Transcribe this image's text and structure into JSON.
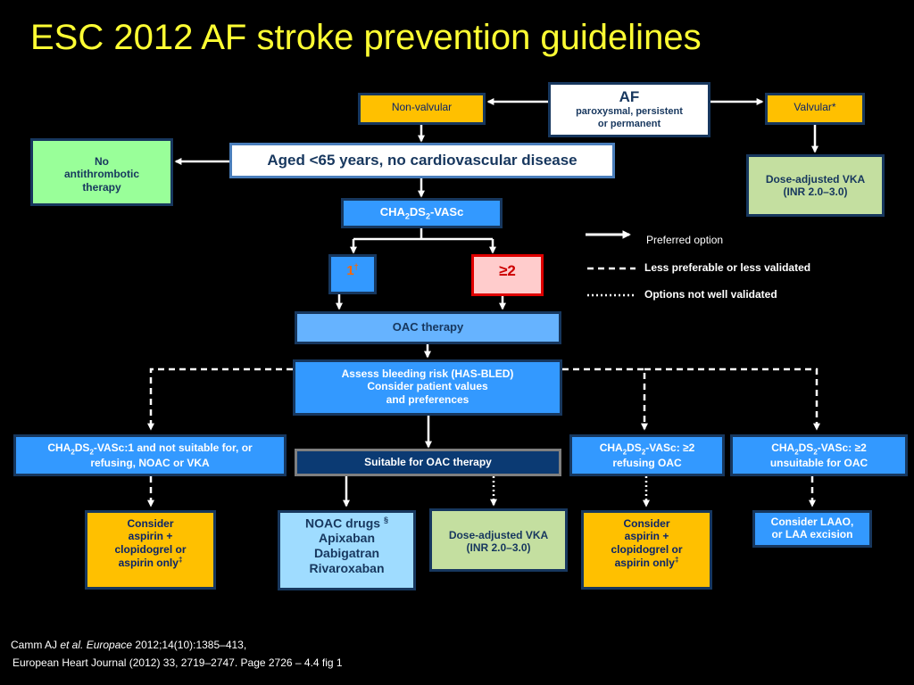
{
  "title": "ESC 2012 AF stroke prevention guidelines",
  "nodes": {
    "af": {
      "head": "AF",
      "sub1": "paroxysmal, persistent",
      "sub2": "or permanent"
    },
    "non_valvular": "Non-valvular",
    "valvular": "Valvular*",
    "no_antithrombotic": {
      "l1": "No",
      "l2": "antithrombotic",
      "l3": "therapy"
    },
    "aged": "Aged <65 years, no cardiovascular disease",
    "dose_vka_top": {
      "l1": "Dose-adjusted VKA",
      "l2": "(INR 2.0–3.0)"
    },
    "chads": {
      "pre": "CHA",
      "s1": "2",
      "mid": "DS",
      "s2": "2",
      "post": "-VASc"
    },
    "score1": {
      "value": "1",
      "mark": "†"
    },
    "score2": "≥2",
    "oac": "OAC therapy",
    "assess": {
      "l1": "Assess bleeding risk (HAS-BLED)",
      "l2": "Consider patient values",
      "l3": "and preferences"
    },
    "cond_left": {
      "pre": "CHA",
      "s1": "2",
      "mid": "DS",
      "s2": "2",
      "post": "-VASc:1 and not suitable for, or",
      "l2": "refusing, NOAC or VKA"
    },
    "suitable": "Suitable for OAC therapy",
    "cond_refusing": {
      "pre": "CHA",
      "s1": "2",
      "mid": "DS",
      "s2": "2",
      "post": "-VASc: ≥2",
      "l2": "refusing OAC"
    },
    "cond_unsuitable": {
      "pre": "CHA",
      "s1": "2",
      "mid": "DS",
      "s2": "2",
      "post": "-VASc: ≥2",
      "l2": "unsuitable for OAC"
    },
    "consider_left": {
      "l1": "Consider",
      "l2": "aspirin +",
      "l3": "clopidogrel or",
      "l4": "aspirin only",
      "mark": "‡"
    },
    "noac": {
      "l1": "NOAC drugs",
      "mark": "§",
      "l2": "Apixaban",
      "l3": "Dabigatran",
      "l4": "Rivaroxaban"
    },
    "dose_vka_bottom": {
      "l1": "Dose-adjusted VKA",
      "l2": "(INR 2.0–3.0)"
    },
    "consider_right": {
      "l1": "Consider",
      "l2": "aspirin +",
      "l3": "clopidogrel or",
      "l4": "aspirin only",
      "mark": "‡"
    },
    "laao": {
      "l1": "Consider LAAO,",
      "l2": "or LAA excision"
    }
  },
  "legend": {
    "preferred": "Preferred option",
    "less": "Less preferable or less validated",
    "not_well": "Options not well validated"
  },
  "references": {
    "r1_author": "Camm AJ ",
    "r1_etal": "et al. Europace",
    "r1_rest": " 2012;14(10):1385–413,",
    "r2": "European Heart Journal (2012) 33, 2719–2747. Page 2726 – 4.4 fig 1"
  },
  "colors": {
    "title": "#ffff33",
    "orange": "#ffc000",
    "green": "#99ff99",
    "sage": "#c4dfa0",
    "blue": "#3399ff",
    "light_blue": "#66b3ff",
    "navy": "#0b3a73",
    "pale_blue": "#9fdcff",
    "pink": "#ffcccc",
    "red": "#e00000",
    "border": "#17375e"
  }
}
